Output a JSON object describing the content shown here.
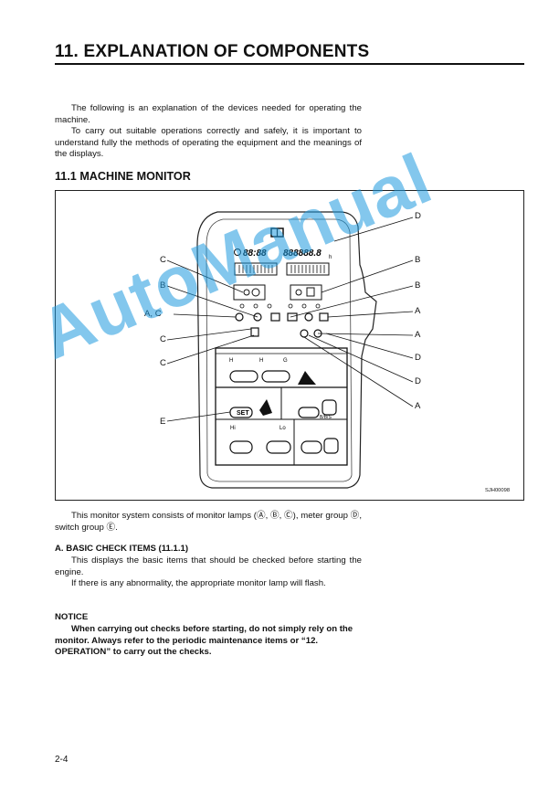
{
  "page_title": "11.  EXPLANATION OF COMPONENTS",
  "intro": {
    "para1": "The following is an explanation of the devices needed for operating the machine.",
    "para2": "To carry out suitable operations correctly and safely, it is important to understand fully the methods of operating the equipment and the meanings of the displays."
  },
  "section_heading": "11.1  MACHINE MONITOR",
  "figure": {
    "code": "SJH00098",
    "callouts_left": [
      "C",
      "B",
      "A, C",
      "C",
      "C",
      "E"
    ],
    "callouts_right": [
      "D",
      "B",
      "B",
      "A",
      "A",
      "D",
      "D",
      "A"
    ],
    "panel": {
      "clock_digits": "88:88",
      "meter_digits": "888888.8",
      "meter_unit": "h",
      "lamp_label_h1": "H",
      "lamp_label_h2": "H",
      "lamp_label_g": "G",
      "lamp_label_hi": "Hi",
      "lamp_label_lo": "Lo",
      "set_label": "SET",
      "b_label": "B/B/S"
    }
  },
  "description": "This monitor system consists of monitor lamps (Ⓐ, Ⓑ, Ⓒ), meter group Ⓓ, switch group Ⓔ.",
  "basic_check": {
    "heading": "A.  BASIC CHECK ITEMS (11.1.1)",
    "para1": "This displays the basic items that should be checked before starting the engine.",
    "para2": "If there is any abnormality, the appropriate monitor lamp will flash."
  },
  "notice": {
    "heading": "NOTICE",
    "body": "When carrying out checks before starting, do not simply rely on the monitor. Always refer to the periodic maintenance items or “12. OPERATION” to carry out the checks."
  },
  "page_number": "2-4",
  "watermark": "AutoManual"
}
